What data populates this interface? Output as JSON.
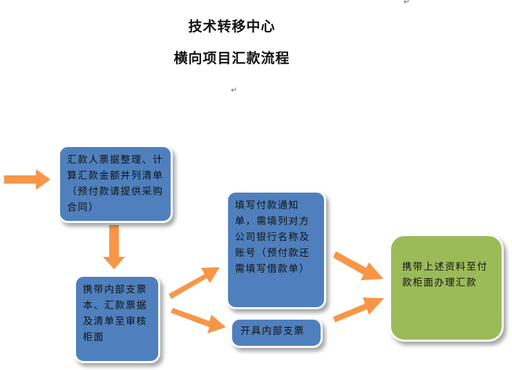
{
  "title_line1": "技术转移中心",
  "title_line2": "横向项目汇款流程",
  "boxes": {
    "step1": "汇款人票据整理、计算汇款金额并列清单（预付款请提供采购合同）",
    "step2": "携带内部支票本、汇款票据及清单至审核柜面",
    "step3": "填写付款通知单，需填列对方公司银行名称及账号（预付款还需填写借款单）",
    "step4": "开具内部支票",
    "step5": "携带上述资料至付款柜面办理汇款"
  },
  "colors": {
    "box_blue": "#4f80bd",
    "box_green": "#9bbb59",
    "arrow_orange": "#f79646"
  }
}
